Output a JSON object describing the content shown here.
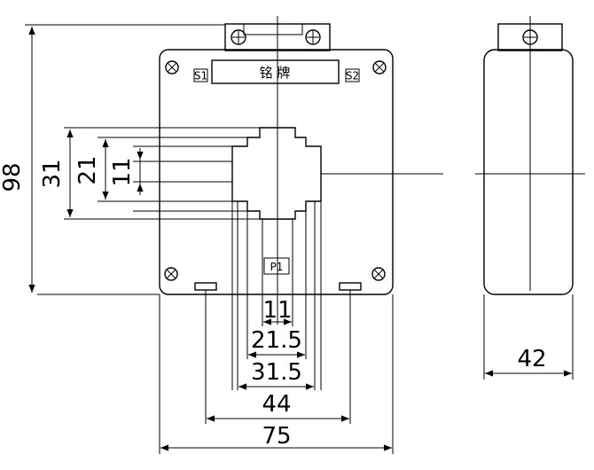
{
  "nameplate": {
    "label": "铭 牌"
  },
  "terminals": {
    "s1": "S1",
    "s2": "S2",
    "p1": "P1"
  },
  "dimensions": {
    "height_total": "98",
    "opening_31": "31",
    "opening_21": "21",
    "opening_11v": "11",
    "width_11": "11",
    "width_21_5": "21.5",
    "width_31_5": "31.5",
    "width_44": "44",
    "width_75": "75",
    "depth_42": "42"
  }
}
